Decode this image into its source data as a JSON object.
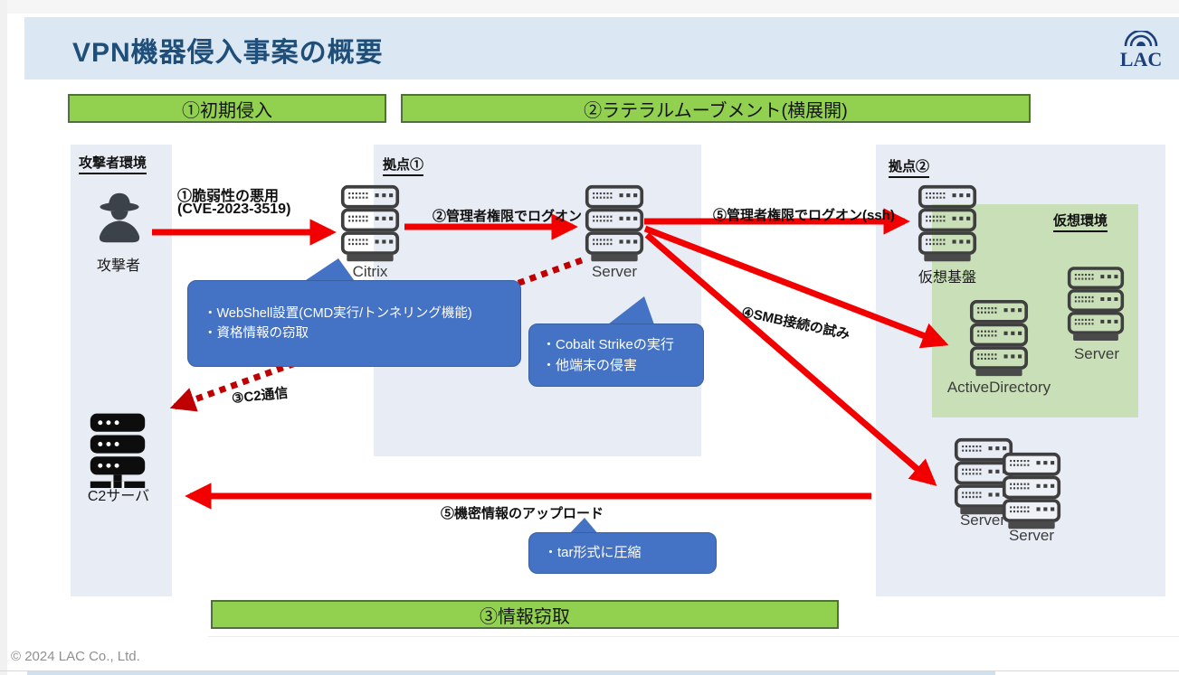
{
  "header": {
    "title": "VPN機器侵入事案の概要",
    "logo_text": "LAC"
  },
  "banners": {
    "phase1": "①初期侵入",
    "phase2": "②ラテラルムーブメント(横展開)",
    "phase3": "③情報窃取"
  },
  "zones": {
    "attacker": "攻撃者環境",
    "site1": "拠点①",
    "site2": "拠点②",
    "virtual": "仮想環境"
  },
  "nodes": {
    "attacker": "攻撃者",
    "citrix": "Citrix",
    "server1": "Server",
    "c2": "C2サーバ",
    "vm_base": "仮想基盤",
    "ad": "ActiveDirectory",
    "server_virtual": "Server",
    "server_bottom_back": "Server",
    "server_bottom_front": "Server"
  },
  "arrow_labels": {
    "exploit_1": "①脆弱性の悪用",
    "exploit_2": "(CVE-2023-3519)",
    "admin_logon": "②管理者権限でログオン",
    "c2_comm": "③C2通信",
    "smb_attempt": "④SMB接続の試み",
    "ssh_logon": "⑤管理者権限でログオン(ssh)",
    "upload": "⑤機密情報のアップロード"
  },
  "callouts": {
    "webshell_1": "・WebShell設置(CMD実行/トンネリング機能)",
    "webshell_2": "・資格情報の窃取",
    "cobalt_1": "・Cobalt Strikeの実行",
    "cobalt_2": "・他端末の侵害",
    "tar_1": "・tar形式に圧縮"
  },
  "footer": {
    "copyright": "© 2024 LAC Co., Ltd."
  },
  "colors": {
    "title_blue": "#1f4e79",
    "header_band": "#dbe8f4",
    "banner_green": "#92d050",
    "zone_gray": "#e8ecf4",
    "virtual_green": "#c9dfb7",
    "callout_blue": "#4472c4",
    "arrow_red": "#f20000",
    "arrow_dark_red": "#c00000",
    "icon_gray": "#3f3f3f"
  }
}
